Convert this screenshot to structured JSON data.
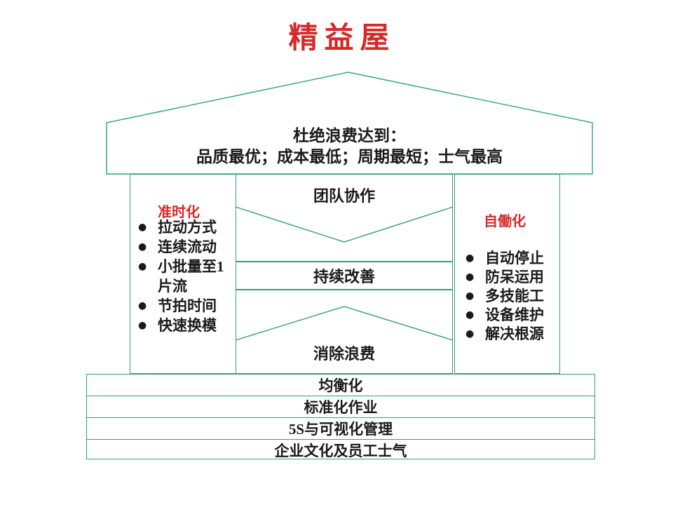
{
  "title": "精益屋",
  "colors": {
    "line_green": "#2ea36f",
    "accent_red": "#d52a2a",
    "text_black": "#1a1a1a",
    "background": "#ffffff"
  },
  "roof": {
    "line1": "杜绝浪费达到：",
    "line2": "品质最优；成本最低；周期最短；士气最高"
  },
  "left_pillar": {
    "heading": "准时化",
    "bullet": "●",
    "items": [
      "拉动方式",
      "连续流动",
      "小批量至1片流",
      "节拍时间",
      "快速换模"
    ]
  },
  "right_pillar": {
    "heading": "自働化",
    "bullet": "●",
    "items": [
      "自动停止",
      "防呆运用",
      "多技能工",
      "设备维护",
      "解决根源"
    ]
  },
  "center_column": {
    "top": "团队协作",
    "middle": "持续改善",
    "bottom": "消除浪费"
  },
  "foundation": [
    "均衡化",
    "标准化作业",
    "5S与可视化管理",
    "企业文化及员工士气"
  ]
}
